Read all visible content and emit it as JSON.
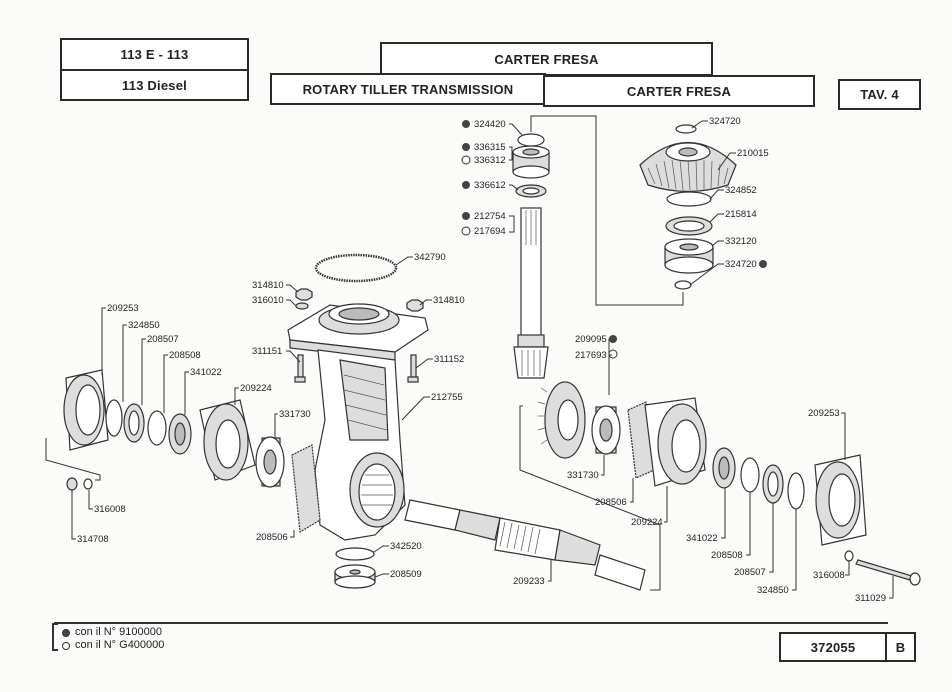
{
  "header": {
    "model_top": "113 E - 113",
    "model_bottom": "113 Diesel",
    "title_it_top": "CARTER FRESA",
    "title_en": "ROTARY TILLER TRANSMISSION",
    "title_it": "CARTER FRESA",
    "table_number": "TAV. 4"
  },
  "legend": {
    "items": [
      {
        "marker": "filled-circle",
        "text": "con il N° 9100000"
      },
      {
        "marker": "open-circle",
        "text": "con il N° G400000"
      }
    ]
  },
  "footer": {
    "drawing_number": "372055",
    "revision": "B"
  },
  "parts": {
    "p324420": "324420",
    "p336315": "336315",
    "p336312": "336312",
    "p336612": "336612",
    "p212754": "212754",
    "p217694": "217694",
    "p324720a": "324720",
    "p210015": "210015",
    "p324852": "324852",
    "p215814": "215814",
    "p332120": "332120",
    "p324720b": "324720",
    "p342790": "342790",
    "p314810a": "314810",
    "p316010": "316010",
    "p314810b": "314810",
    "p311151": "311151",
    "p311152": "311152",
    "p212755": "212755",
    "p209253a": "209253",
    "p324850a": "324850",
    "p208507a": "208507",
    "p208508a": "208508",
    "p341022a": "341022",
    "p209224a": "209224",
    "p331730a": "331730",
    "p316008a": "316008",
    "p314708": "314708",
    "p208506a": "208506",
    "p342520": "342520",
    "p208509": "208509",
    "p209095": "209095",
    "p217693": "217693",
    "p331730b": "331730",
    "p208506b": "208506",
    "p209224b": "209224",
    "p209233": "209233",
    "p209253b": "209253",
    "p341022b": "341022",
    "p208508b": "208508",
    "p208507b": "208507",
    "p324850b": "324850",
    "p316008b": "316008",
    "p311029": "311029"
  }
}
